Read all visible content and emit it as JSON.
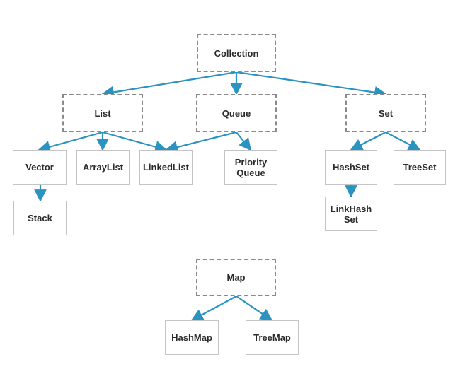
{
  "nodes": {
    "collection": "Collection",
    "list": "List",
    "queue": "Queue",
    "set": "Set",
    "vector": "Vector",
    "arraylist": "ArrayList",
    "linkedlist": "LinkedList",
    "priority_queue": "Priority\nQueue",
    "hashset": "HashSet",
    "treeset": "TreeSet",
    "stack": "Stack",
    "linkhashset": "LinkHash\nSet",
    "map": "Map",
    "hashmap": "HashMap",
    "treemap": "TreeMap"
  },
  "colors": {
    "arrow": "#2a93bf",
    "dashed_border": "#8a8a8a",
    "solid_border": "#c4c4c4",
    "text": "#2b2b2b"
  }
}
